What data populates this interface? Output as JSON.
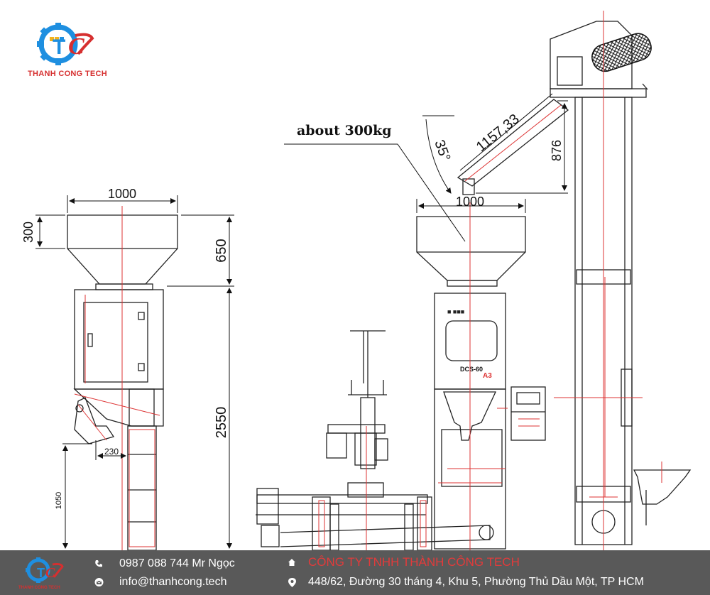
{
  "brand": {
    "name": "THANH CONG TECH",
    "footer_name": "THANH CONG TECH",
    "colors": {
      "primary_blue": "#1e8fe0",
      "accent_red": "#d62f2f",
      "footer_bg": "#595959"
    }
  },
  "drawing": {
    "left_machine": {
      "hopper_width": "1000",
      "hopper_top_height": "300",
      "hopper_total_height": "650",
      "machine_height": "2550",
      "spout_offset": "230",
      "spout_height": "1050"
    },
    "right_machine": {
      "capacity_label": "about 300kg",
      "hopper_width": "1000",
      "conveyor_length": "1157,33",
      "conveyor_angle": "35°",
      "conveyor_rise": "876",
      "panel_model": "DCS-60",
      "panel_mark": "A3"
    }
  },
  "footer": {
    "phone": "0987 088 744 Mr Ngọc",
    "email": "info@thanhcong.tech",
    "company": "CÔNG TY TNHH THÀNH CÔNG TECH",
    "address": "448/62, Đường 30 tháng 4, Khu 5, Phường Thủ Dầu Một, TP HCM",
    "icons": [
      "phone-icon",
      "mail-icon",
      "home-icon",
      "location-pin-icon"
    ]
  }
}
